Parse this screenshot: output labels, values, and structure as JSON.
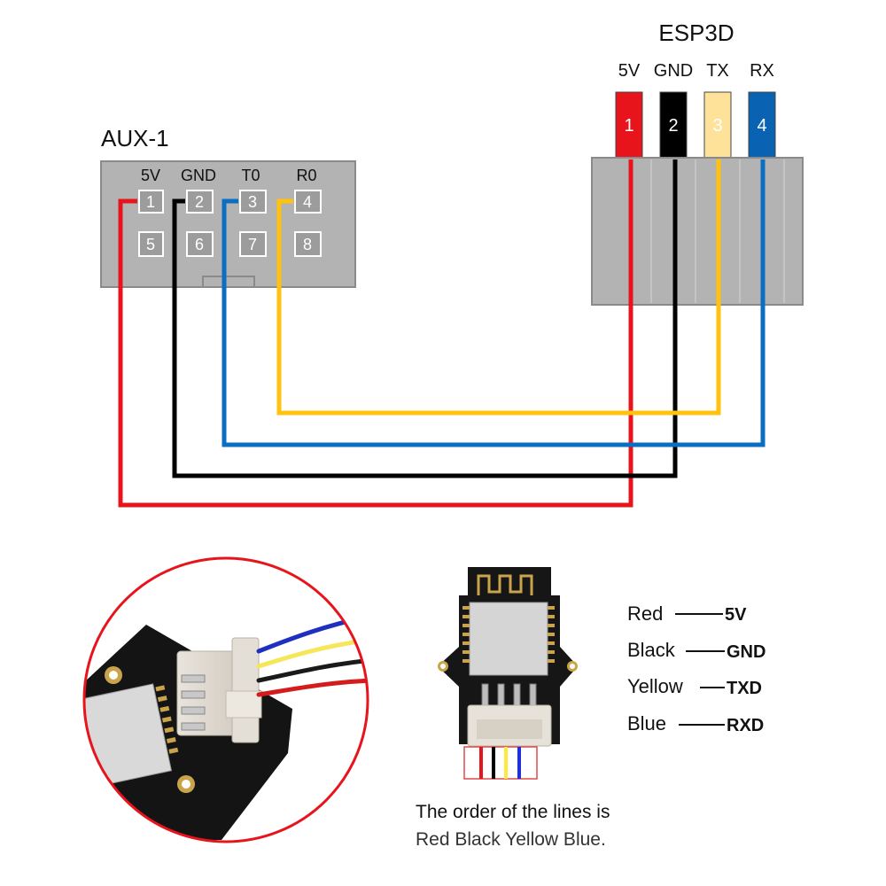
{
  "aux": {
    "title": "AUX-1",
    "pin_labels": [
      "5V",
      "GND",
      "T0",
      "R0"
    ],
    "pins": [
      "1",
      "2",
      "3",
      "4",
      "5",
      "6",
      "7",
      "8"
    ]
  },
  "esp": {
    "title": "ESP3D",
    "pin_labels": [
      "5V",
      "GND",
      "TX",
      "RX"
    ],
    "pins": [
      "1",
      "2",
      "3",
      "4"
    ]
  },
  "wire_colors": {
    "red": "#e8141b",
    "black": "#000000",
    "yellow": "#ffc20e",
    "blue": "#0a6fc2",
    "yellow_light": "#ffe29a",
    "blue_dark": "#0a62b3"
  },
  "legend": {
    "rows": [
      {
        "color": "Red",
        "signal": "5V"
      },
      {
        "color": "Black",
        "signal": "GND"
      },
      {
        "color": "Yellow",
        "signal": "TXD"
      },
      {
        "color": "Blue",
        "signal": "RXD"
      }
    ]
  },
  "note": {
    "line1": "The order of the lines is",
    "line2": "Red Black Yellow Blue."
  }
}
